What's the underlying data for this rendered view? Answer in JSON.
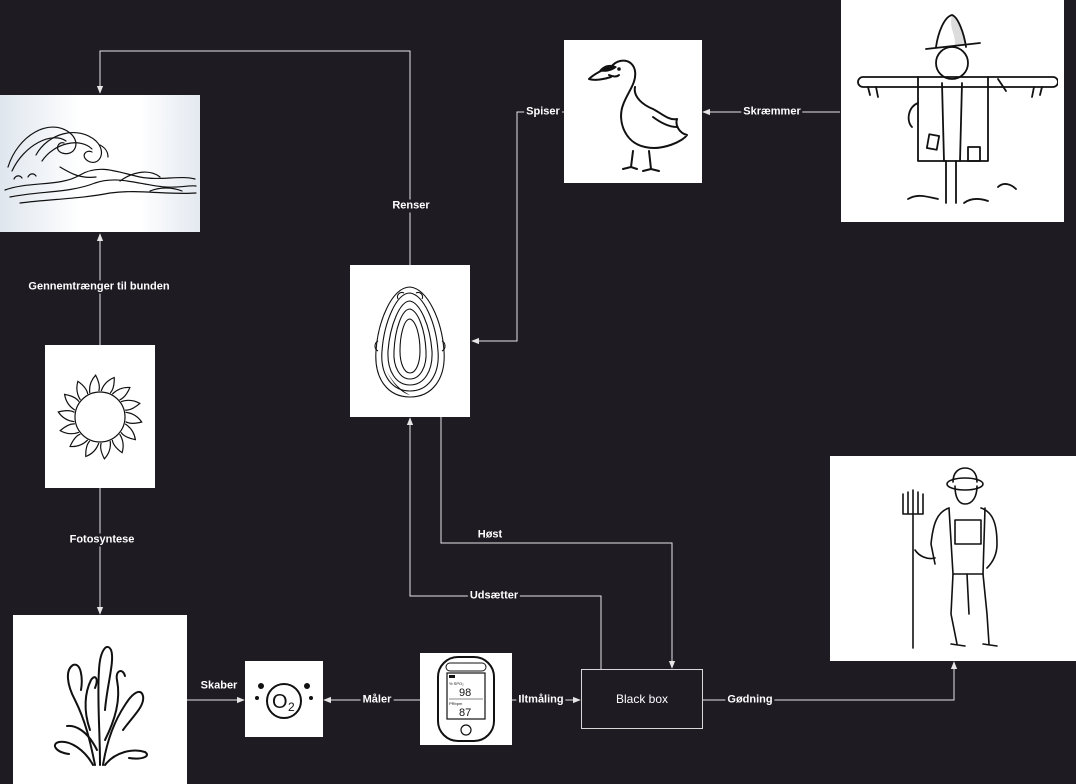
{
  "colors": {
    "background": "#1e1b23",
    "edge": "#e6e6e6",
    "node_fill": "#ffffff",
    "ink": "#111111"
  },
  "nodes": {
    "blackbox_label": "Black box",
    "oximeter": {
      "spo2": "98",
      "pulse": "87",
      "spo2_caption": "% SPO₂",
      "pulse_caption": "PRbpm"
    },
    "oxygen_symbol": {
      "letter": "O",
      "subscript": "2"
    },
    "icons": [
      "wave-icon",
      "sun-icon",
      "seaweed-icon",
      "oxygen-icon",
      "oximeter-icon",
      "oyster-icon",
      "duck-icon",
      "scarecrow-icon",
      "farmer-icon"
    ]
  },
  "edges": {
    "renser": "Renser",
    "spiser": "Spiser",
    "skraemmer": "Skræmmer",
    "gennemtraenger": "Gennemtrænger til bunden",
    "fotosyntese": "Fotosyntese",
    "hoest": "Høst",
    "udsaetter": "Udsætter",
    "skaber": "Skaber",
    "maaler": "Måler",
    "iltmaaling": "Iltmåling",
    "goedning": "Gødning"
  }
}
